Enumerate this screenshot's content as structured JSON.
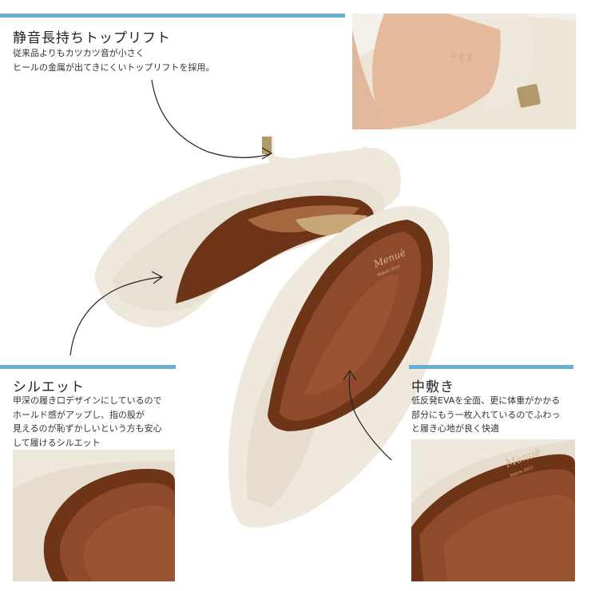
{
  "colors": {
    "accent_bar": "#6aaed6",
    "shoe_leather": "#efe8dc",
    "insole": "#8e4a2a",
    "lining_tan": "#a5683e",
    "heel_tip": "#b09a6a",
    "background": "#ffffff"
  },
  "callouts": {
    "toplift": {
      "title": "静音長持ちトップリフト",
      "lines": [
        "従来品よりもカツカツ音が小さく",
        "ヒールの金属が出てきにくいトップリフトを採用。"
      ]
    },
    "silhouette": {
      "title": "シルエット",
      "lines": [
        "甲深の履き口デザインにしているので",
        "ホールド感がアップし、指の股が",
        "見えるのが恥ずかしいという方も安心",
        "して履けるシルエット"
      ]
    },
    "insole": {
      "title": "中敷き",
      "lines": [
        "低反発EVAを全面、更に体重がかかる",
        "部分にもう一枚入れているのでふわっ",
        "と履き心地が良く快適"
      ]
    }
  },
  "brand": {
    "logo_text": "Menuè",
    "logo_subtext": "depuis 2011"
  },
  "arrows": [
    "curved-arrow-icon",
    "curved-arrow-icon",
    "curved-arrow-icon"
  ]
}
